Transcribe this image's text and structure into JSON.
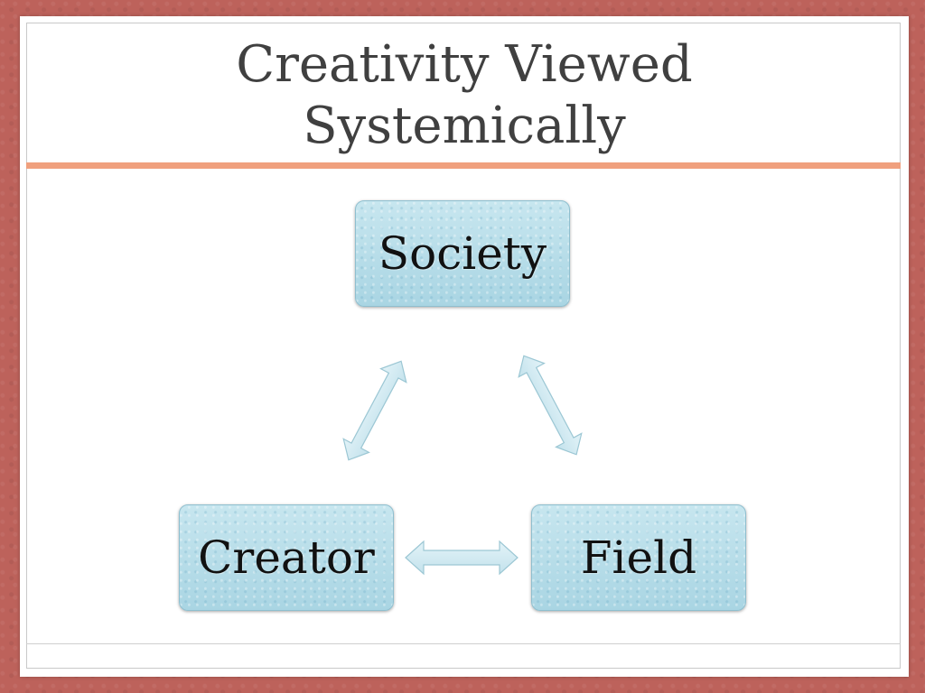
{
  "slide": {
    "title_line1": "Creativity Viewed",
    "title_line2": "Systemically"
  },
  "diagram": {
    "nodes": [
      {
        "id": "society",
        "label": "Society"
      },
      {
        "id": "creator",
        "label": "Creator"
      },
      {
        "id": "field",
        "label": "Field"
      }
    ],
    "edges": [
      {
        "from": "society",
        "to": "creator",
        "direction": "both"
      },
      {
        "from": "society",
        "to": "field",
        "direction": "both"
      },
      {
        "from": "creator",
        "to": "field",
        "direction": "both"
      }
    ]
  },
  "colors": {
    "border": "#bd625b",
    "accent_rule": "#f0a07e",
    "node_fill": "#b6dce8",
    "arrow_fill": "#d4edf4",
    "title_text": "#404040"
  }
}
